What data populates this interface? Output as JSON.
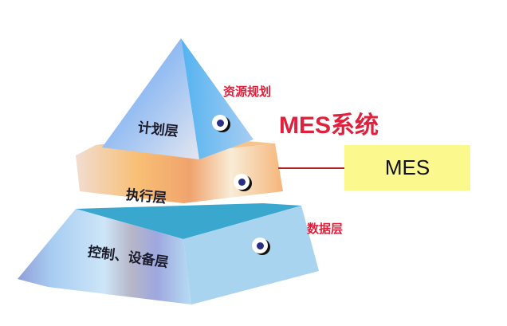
{
  "title": "MES系统",
  "layers": [
    {
      "label": "计划层",
      "side_label": "资源规划",
      "color": "#7fb3ee"
    },
    {
      "label": "执行层",
      "side_label": "",
      "color": "#f6b874"
    },
    {
      "label": "控制、设备层",
      "side_label": "数据层",
      "color": "#9fc8ee"
    }
  ],
  "callout_box": {
    "label": "MES",
    "color": "#fbf98e"
  },
  "accent_color": "#e0203c"
}
